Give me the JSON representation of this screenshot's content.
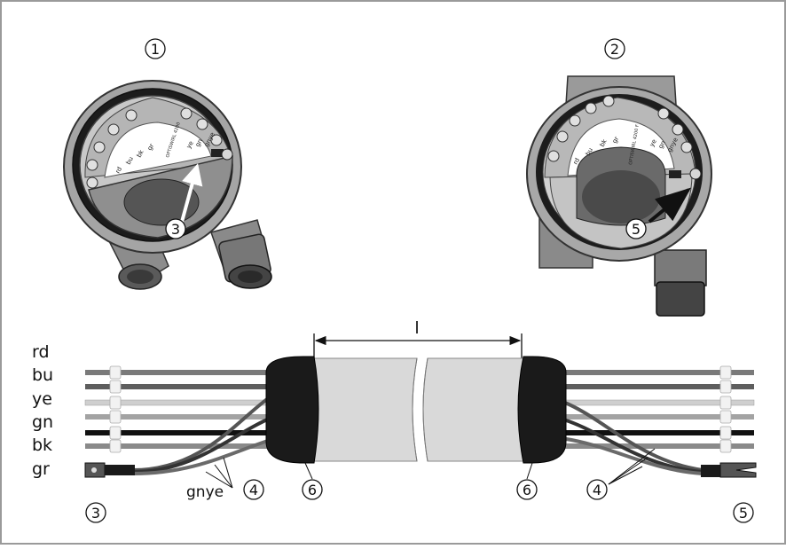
{
  "callouts": {
    "housing_left": "1",
    "housing_right": "2",
    "terminal_left": "3",
    "ground_marker": "4",
    "terminal_right": "5",
    "shield_end": "6"
  },
  "dimension_label": "l",
  "wire_labels": [
    "rd",
    "bu",
    "ye",
    "gn",
    "bk",
    "gr"
  ],
  "ground_wire_label": "gnye",
  "terminal_marks": [
    "rd",
    "bu",
    "bk",
    "gr",
    "ye",
    "gn",
    "gnye"
  ],
  "model_text_left": "OPTISWIRL 4200",
  "model_text_right": "OPTISWIRL 4200 F",
  "colors": {
    "background": "#ffffff",
    "frame": "#9a9a9a",
    "wire_red": "#7a7a7a",
    "wire_blue": "#5e5e5e",
    "wire_yellow": "#cfcfcf",
    "wire_green": "#a3a3a3",
    "wire_black": "#111111",
    "wire_grey": "#8a8a8a",
    "cable_sheath": "#d9d9d9",
    "heat_shrink": "#1a1a1a"
  }
}
